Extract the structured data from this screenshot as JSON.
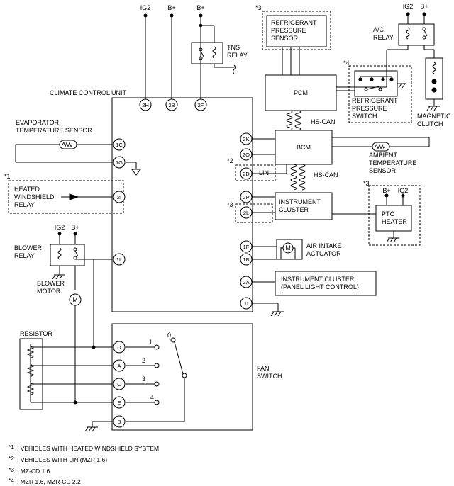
{
  "supply": {
    "ig2": "IG2",
    "bplus": "B+"
  },
  "climate_control_unit": {
    "title": "CLIMATE CONTROL UNIT",
    "pins": {
      "p2H": "2H",
      "p2B": "2B",
      "p2F": "2F",
      "p1C": "1C",
      "p1G": "1G",
      "p2I": "2I",
      "p1L": "1L",
      "p2K": "2K",
      "p2O": "2O",
      "p2D": "2D",
      "p2P": "2P",
      "p2L": "2L",
      "p1F": "1F",
      "p1B": "1B",
      "p2A": "2A",
      "p1I": "1I"
    }
  },
  "components": {
    "tns_relay": "TNS\nRELAY",
    "evap_sensor": "EVAPORATOR\nTEMPERATURE SENSOR",
    "heated_relay": "HEATED\nWINDSHIELD\nRELAY",
    "blower_relay": "BLOWER\nRELAY",
    "blower_motor": "BLOWER\nMOTOR",
    "resistor": "RESISTOR",
    "refrig_sensor": "REFRIGERANT\nPRESSURE\nSENSOR",
    "pcm": "PCM",
    "refrig_switch": "REFRIGERANT\nPRESSURE\nSWITCH",
    "ac_relay": "A/C\nRELAY",
    "magnetic_clutch": "MAGNETIC\nCLUTCH",
    "bcm": "BCM",
    "ambient_sensor": "AMBIENT\nTEMPERATURE\nSENSOR",
    "hs_can": "HS-CAN",
    "lin": "LIN",
    "instrument_cluster": "INSTRUMENT\nCLUSTER",
    "ptc_heater": "PTC\nHEATER",
    "air_intake": "AIR INTAKE\nACTUATOR",
    "panel_light": "INSTRUMENT CLUSTER\n(PANEL LIGHT CONTROL)",
    "fan_switch": "FAN\nSWITCH",
    "motor_symbol": "M"
  },
  "fan_switch": {
    "terminals": [
      "D",
      "A",
      "C",
      "E",
      "B"
    ],
    "positions": [
      "0",
      "1",
      "2",
      "3",
      "4"
    ]
  },
  "marks": {
    "m1": "*1",
    "m2": "*2",
    "m3": "*3",
    "m4": "*4"
  },
  "notes": [
    {
      "mark": "*1",
      "text": ": VEHICLES WITH HEATED WINDSHIELD SYSTEM"
    },
    {
      "mark": "*2",
      "text": ": VEHICLES WITH LIN (MZR 1.6)"
    },
    {
      "mark": "*3",
      "text": ": MZ-CD 1.6"
    },
    {
      "mark": "*4",
      "text": ": MZR 1.6, MZR-CD 2.2"
    }
  ]
}
